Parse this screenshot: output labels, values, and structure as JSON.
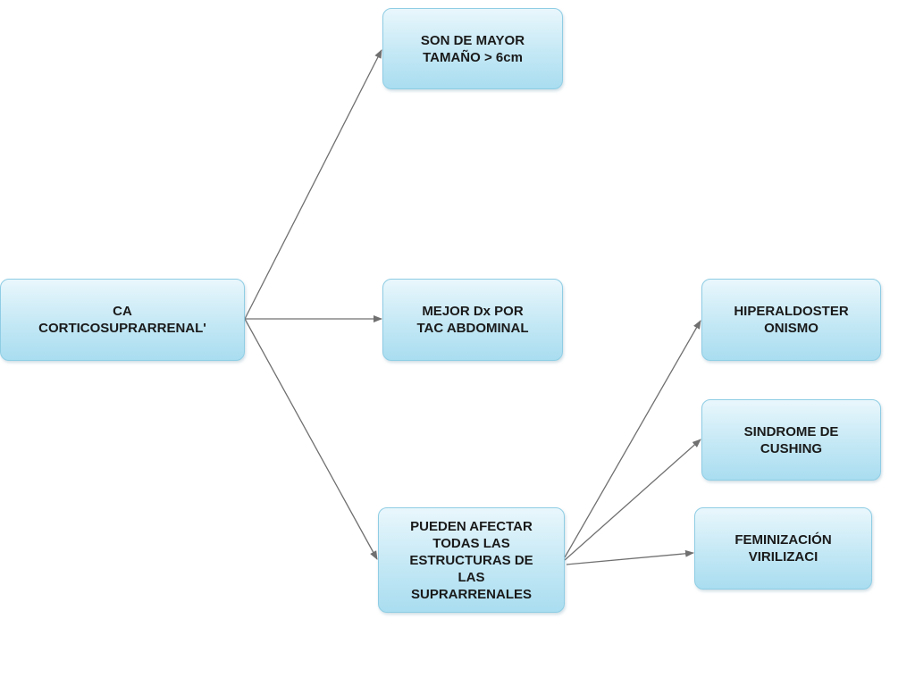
{
  "nodes": {
    "root": "CA\nCORTICOSUPRARRENAL'",
    "size": "SON DE MAYOR\nTAMAÑO > 6cm",
    "diagnosis": "MEJOR Dx POR\nTAC ABDOMINAL",
    "structures": "PUEDEN AFECTAR\nTODAS LAS\nESTRUCTURAS DE\nLAS\nSUPRARRENALES",
    "hyperaldosteronism": "HIPERALDOSTER\nONISMO",
    "cushing": "SINDROME DE\nCUSHING",
    "feminization": "FEMINIZACIÓN\nVIRILIZACI"
  },
  "colors": {
    "box_border": "#8fcde4",
    "box_fill_top": "#e9f7fc",
    "box_fill_bottom": "#a9ddf0",
    "connector": "#707070",
    "text": "#1a1a1a"
  }
}
